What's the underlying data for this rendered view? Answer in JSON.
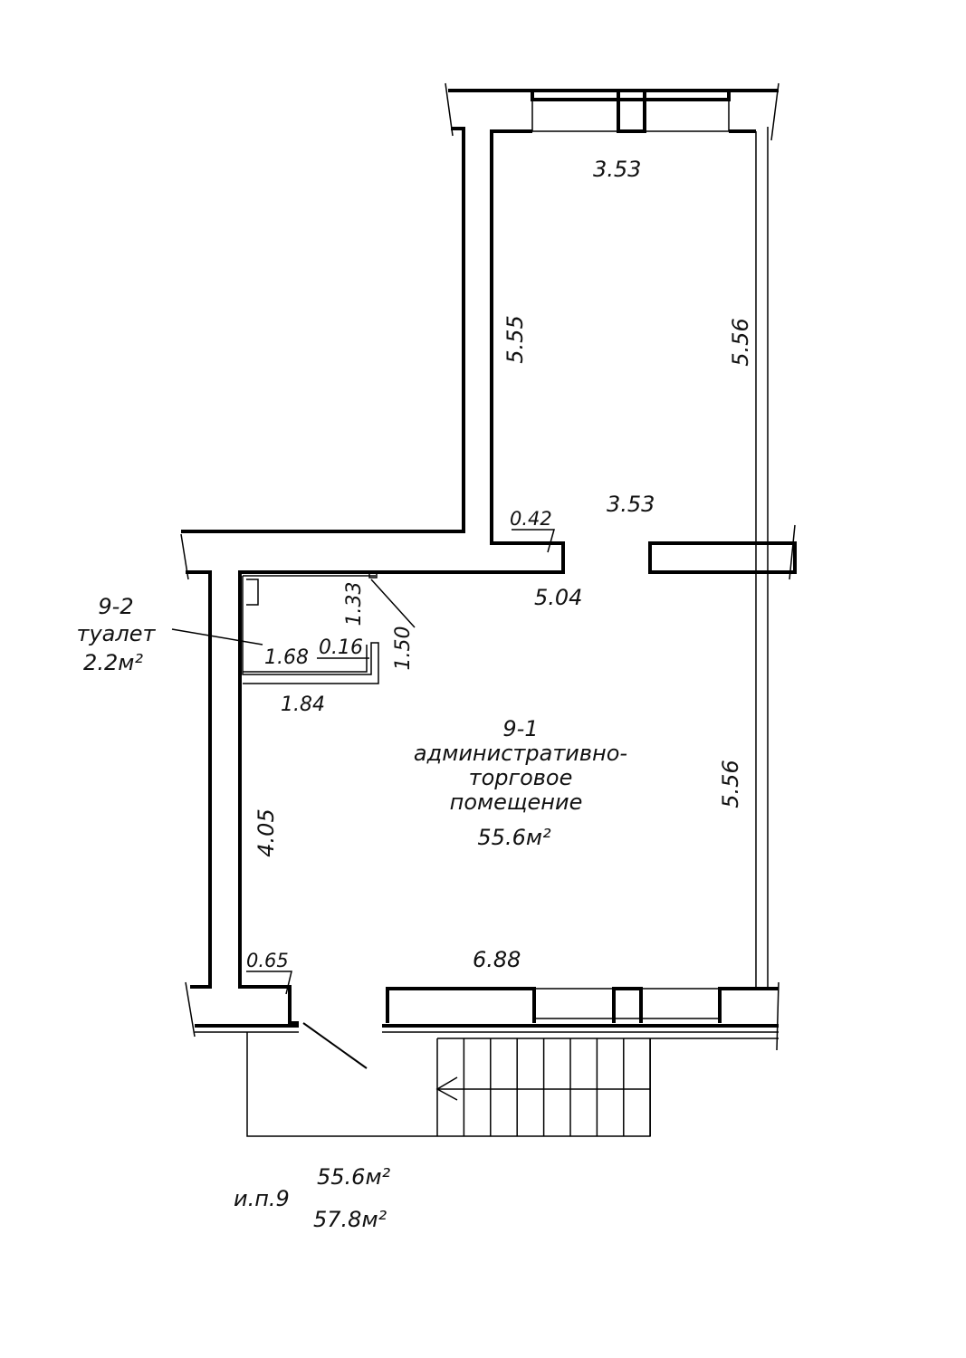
{
  "rooms": [
    {
      "id": "9-1",
      "name_line1": "административно-",
      "name_line2": "торговое",
      "name_line3": "помещение",
      "area": "55.6м²"
    },
    {
      "id": "9-2",
      "name": "туалет",
      "area": "2.2м²"
    }
  ],
  "dimensions": {
    "upper_top": "3.53",
    "upper_left": "5.55",
    "upper_right": "5.56",
    "upper_bottom": "3.53",
    "stub_042": "0.42",
    "mid_504": "5.04",
    "toilet_133": "1.33",
    "toilet_150": "1.50",
    "toilet_168": "1.68",
    "toilet_016": "0.16",
    "toilet_184": "1.84",
    "main_right": "5.56",
    "main_left": "4.05",
    "door_065": "0.65",
    "main_bottom": "6.88"
  },
  "summary": {
    "label": "и.п.9",
    "area_main": "55.6м²",
    "area_total": "57.8м²"
  }
}
